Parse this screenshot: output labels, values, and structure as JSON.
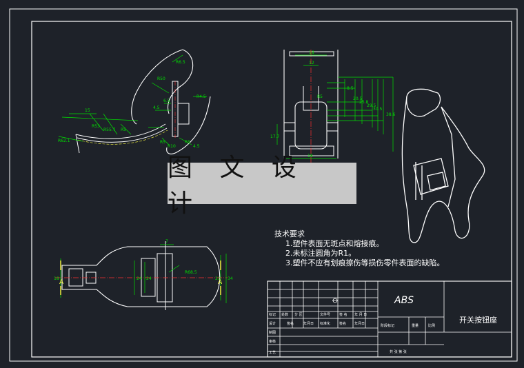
{
  "watermark": "图 文 设 计",
  "tech_requirements": {
    "title": "技术要求",
    "items": [
      "1.塑件表面无斑点和熔接痕。",
      "2.未标注圆角为R1。",
      "3.塑件不应有划痕擦伤等损伤零件表面的缺陷。"
    ]
  },
  "title_block": {
    "material": "ABS",
    "part_name": "开关按钮座",
    "row1": [
      "标记",
      "处数",
      "分 区",
      "文件号",
      "签 名",
      "年 月 日"
    ],
    "row2": [
      "设计",
      "签名",
      "年月日",
      "标准化",
      "签名",
      "年月日"
    ],
    "row_labels": [
      "制图",
      "审核",
      "工艺"
    ],
    "stage_label": "阶段标记",
    "weight_label": "重量",
    "scale_label": "比例",
    "sheet_label": "共  张 第  张"
  },
  "dims": {
    "front": [
      "R6.5",
      "R50",
      "R4.5",
      "6.5",
      "4.5",
      "15",
      "R53",
      "R55.7",
      "R5",
      "R62.1",
      "R5",
      "R10",
      "R5",
      "4.5"
    ],
    "side": [
      "18",
      "12",
      "R5",
      "8.5",
      "20.5",
      "25.8",
      "29.5",
      "30.5",
      "38.6",
      "17.7",
      "18"
    ],
    "bottom": [
      "7",
      "18",
      "24",
      "24",
      "R68.5",
      "34",
      "21",
      "A",
      "A"
    ]
  },
  "colors": {
    "background": "#1e2229",
    "frame": "#ffffff",
    "dimension": "#00e000",
    "center_line": "#ff3030",
    "outline": "#ffffff"
  }
}
